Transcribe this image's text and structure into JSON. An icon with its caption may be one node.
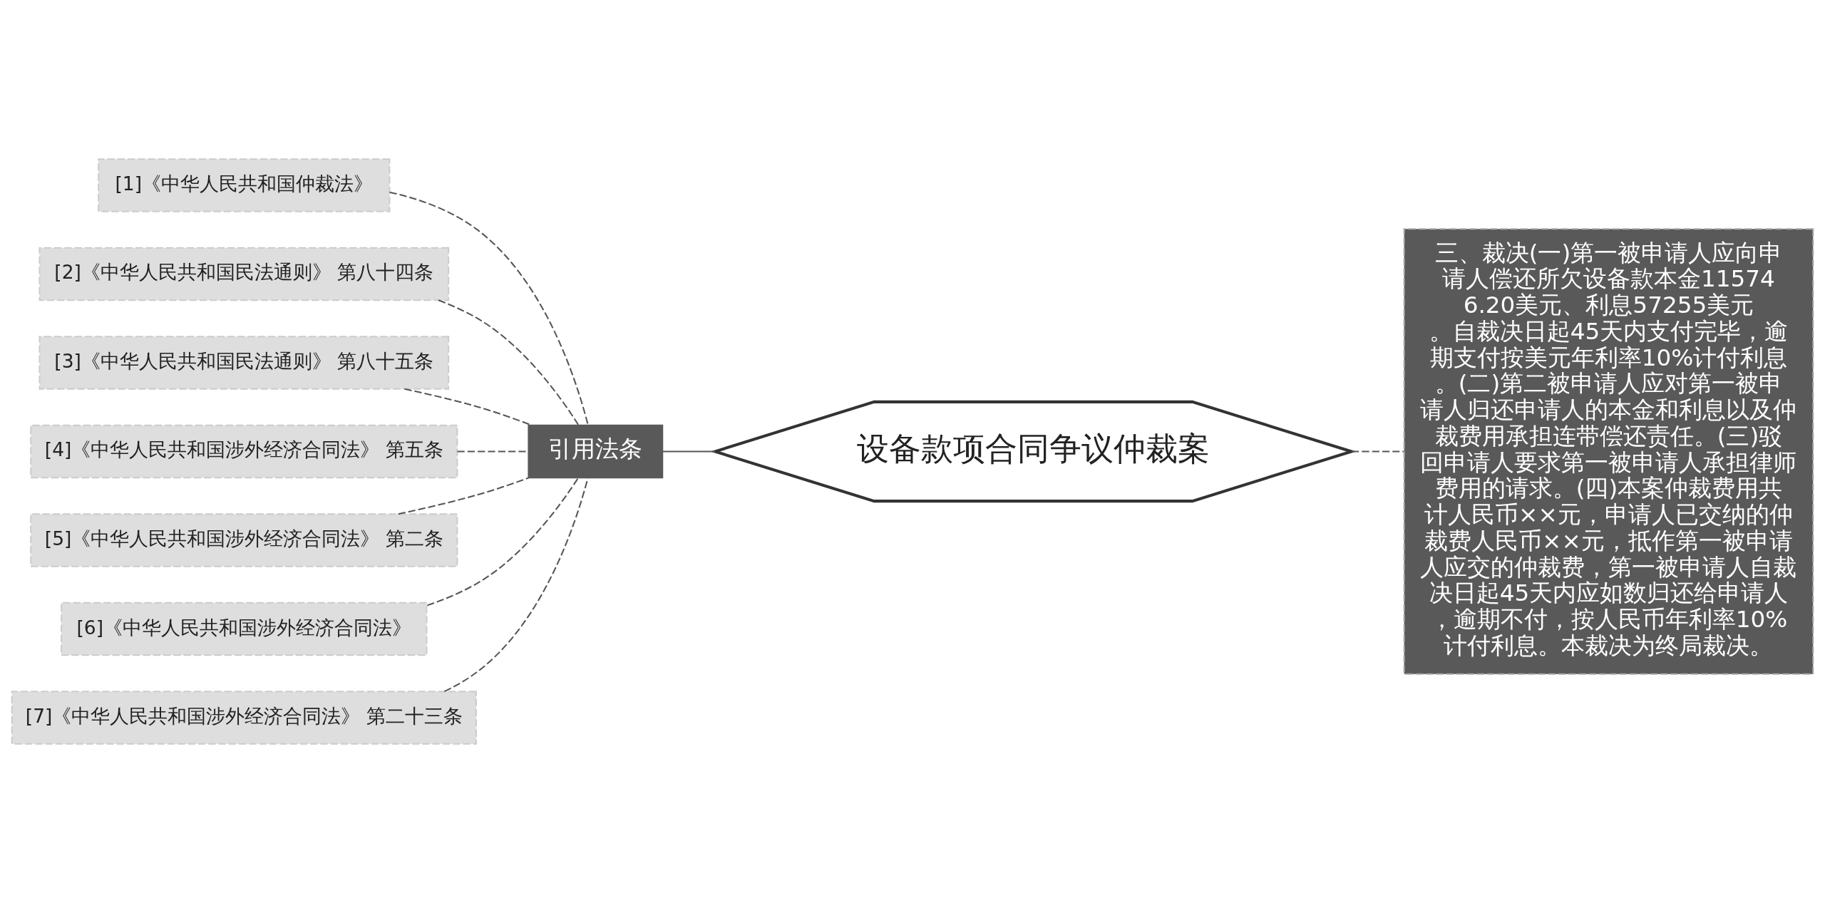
{
  "diagram": {
    "nodes": [
      {
        "text": [
          "设备款项合同争议仲裁案"
        ]
      },
      {
        "text": [
          "引用法条"
        ]
      },
      {
        "text": [
          "[1]《中华人民共和国仲裁法》"
        ]
      },
      {
        "text": [
          "[2]《中华人民共和国民法通则》 第八十四条"
        ]
      },
      {
        "text": [
          "[3]《中华人民共和国民法通则》 第八十五条"
        ]
      },
      {
        "text": [
          "[4]《中华人民共和国涉外经济合同法》 第五条"
        ]
      },
      {
        "text": [
          "[5]《中华人民共和国涉外经济合同法》 第二条"
        ]
      },
      {
        "text": [
          "[6]《中华人民共和国涉外经济合同法》"
        ]
      },
      {
        "text": [
          "[7]《中华人民共和国涉外经济合同法》 第二十三条"
        ]
      },
      {
        "text": [
          "三、裁决(一)第一被申请人应向申请人偿还所欠设备款本金115746.20美元、利息57255美元。自裁决日起45天内支付完毕，逾期支付按美元年利率10%计付利息。(二)第二被申请人应对第一被申请人归还申请人的本金和利息以及仲裁费用承担连带偿还责任。(三)驳回申请人要求第一被申请人承担律师费用的请求。(四)本案仲裁费用共计人民币××元，申请人已交纳的仲裁费人民币××元，抵作第一被申请人应交的仲裁费，第一被申请人自裁决日起45天内应如数归还给申请人，逾期不付，按人民币年利率10%计付利息。本裁决为终局裁决。"
        ]
      }
    ],
    "edges": [
      {
        "from": 0,
        "to": 1,
        "arrow": "none"
      },
      {
        "from": 1,
        "to": 2,
        "arrow": "none",
        "style": "dashed"
      },
      {
        "from": 1,
        "to": 3,
        "arrow": "none",
        "style": "dashed"
      },
      {
        "from": 1,
        "to": 4,
        "arrow": "none",
        "style": "dashed"
      },
      {
        "from": 1,
        "to": 5,
        "arrow": "none",
        "style": "dashed"
      },
      {
        "from": 1,
        "to": 6,
        "arrow": "none",
        "style": "dashed"
      },
      {
        "from": 1,
        "to": 7,
        "arrow": "none",
        "style": "dashed"
      },
      {
        "from": 1,
        "to": 8,
        "arrow": "none",
        "style": "dashed"
      },
      {
        "from": 0,
        "to": 9,
        "arrow": "none",
        "style": "dashed"
      }
    ]
  }
}
